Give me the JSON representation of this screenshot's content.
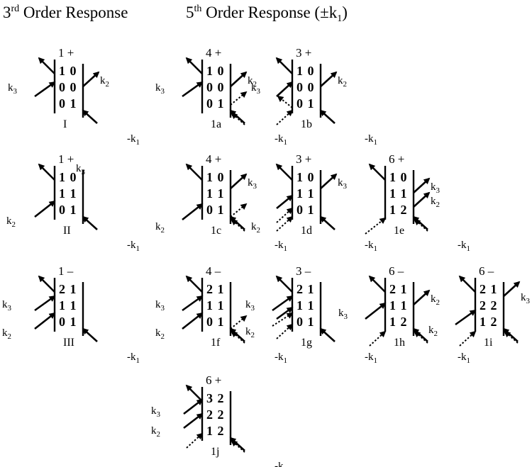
{
  "headers": {
    "third": {
      "main": "3",
      "sup": "rd",
      "rest": " Order Response"
    },
    "fifth": {
      "main": "5",
      "sup": "th",
      "rest": " Order Response (±k",
      "sub": "1",
      "tail": ")"
    }
  },
  "wavevectors": {
    "k1": {
      "text": "-k",
      "sub": "1"
    },
    "k2": {
      "text": "k",
      "sub": "2"
    },
    "k3": {
      "text": "k",
      "sub": "3"
    }
  },
  "diagrams": [
    {
      "id": "I",
      "order": "1 +",
      "rows": [
        "1 0",
        "0 0",
        "0 1"
      ],
      "name": "I"
    },
    {
      "id": "1a",
      "order": "4 +",
      "rows": [
        "1 0",
        "0 0",
        "0 1"
      ],
      "name": "1a"
    },
    {
      "id": "1b",
      "order": "3 +",
      "rows": [
        "1 0",
        "0 0",
        "0 1"
      ],
      "name": "1b"
    },
    {
      "id": "II",
      "order": "1 +",
      "rows": [
        "1 0",
        "1 1",
        "0 1"
      ],
      "name": "II"
    },
    {
      "id": "1c",
      "order": "4 +",
      "rows": [
        "1 0",
        "1 1",
        "0 1"
      ],
      "name": "1c"
    },
    {
      "id": "1d",
      "order": "3 +",
      "rows": [
        "1 0",
        "1 1",
        "0 1"
      ],
      "name": "1d"
    },
    {
      "id": "1e",
      "order": "6 +",
      "rows": [
        "1 0",
        "1 1",
        "1 2"
      ],
      "name": "1e"
    },
    {
      "id": "III",
      "order": "1 –",
      "rows": [
        "2 1",
        "1 1",
        "0 1"
      ],
      "name": "III"
    },
    {
      "id": "1f",
      "order": "4 –",
      "rows": [
        "2 1",
        "1 1",
        "0 1"
      ],
      "name": "1f"
    },
    {
      "id": "1g",
      "order": "3 –",
      "rows": [
        "2 1",
        "1 1",
        "0 1"
      ],
      "name": "1g"
    },
    {
      "id": "1h",
      "order": "6 –",
      "rows": [
        "2 1",
        "1 1",
        "1 2"
      ],
      "name": "1h"
    },
    {
      "id": "1i",
      "order": "6 –",
      "rows": [
        "2 1",
        "2 2",
        "1 2"
      ],
      "name": "1i"
    },
    {
      "id": "1j",
      "order": "6 +",
      "rows": [
        "3 2",
        "2 2",
        "1 2"
      ],
      "name": "1j"
    }
  ]
}
